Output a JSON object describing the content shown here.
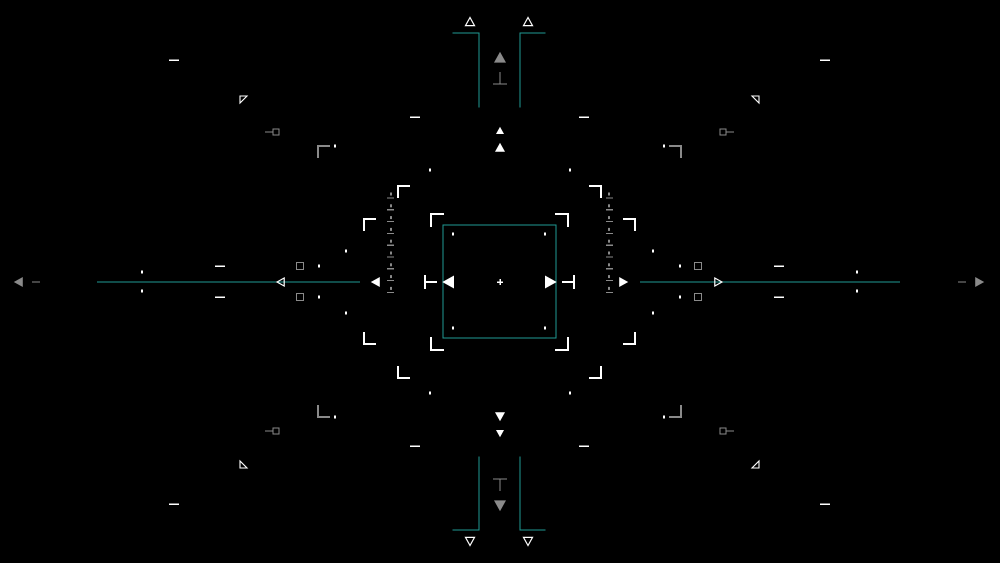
{
  "colors": {
    "background": "#000000",
    "primary": "#ffffff",
    "accent": "#1f9a94",
    "dim": "#8a8a8a"
  },
  "hud": {
    "style": "targeting-reticle",
    "symmetry": "four-fold",
    "center_marker": "plus-icon",
    "frame_count": 3,
    "ladder_ticks_per_side": 9,
    "icons": [
      "plus-icon",
      "triangle-left-icon",
      "triangle-right-icon",
      "triangle-up-icon",
      "triangle-down-icon",
      "bracket-corner-icon",
      "square-marker-icon",
      "t-marker-icon",
      "chevron-arrow-icon"
    ]
  }
}
